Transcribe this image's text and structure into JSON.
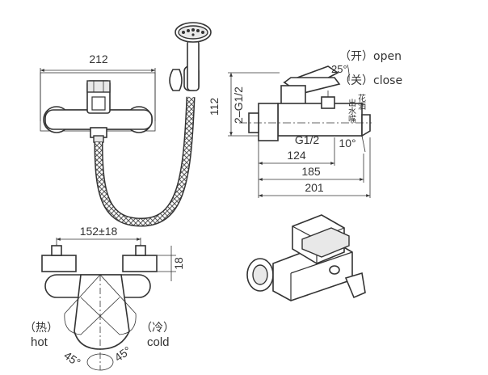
{
  "front_view": {
    "width_dim": "212"
  },
  "side_view": {
    "open_label": "（开）open",
    "close_label": "（关）close",
    "angle_25": "25°",
    "thread_left": "2–G1/2",
    "thread_bottom": "G1/2",
    "height_dim": "112",
    "spout_label_1": "出水嘴",
    "spout_label_2": "花洒",
    "angle_10": "10°",
    "dim_124": "124",
    "dim_185": "185",
    "dim_201": "201"
  },
  "top_view": {
    "centers_dim": "152±18",
    "depth_dim": "18",
    "hot_cn": "（热）",
    "hot_en": "hot",
    "cold_cn": "（冷）",
    "cold_en": "cold",
    "angle_hot": "45°",
    "angle_cold": "45°"
  }
}
